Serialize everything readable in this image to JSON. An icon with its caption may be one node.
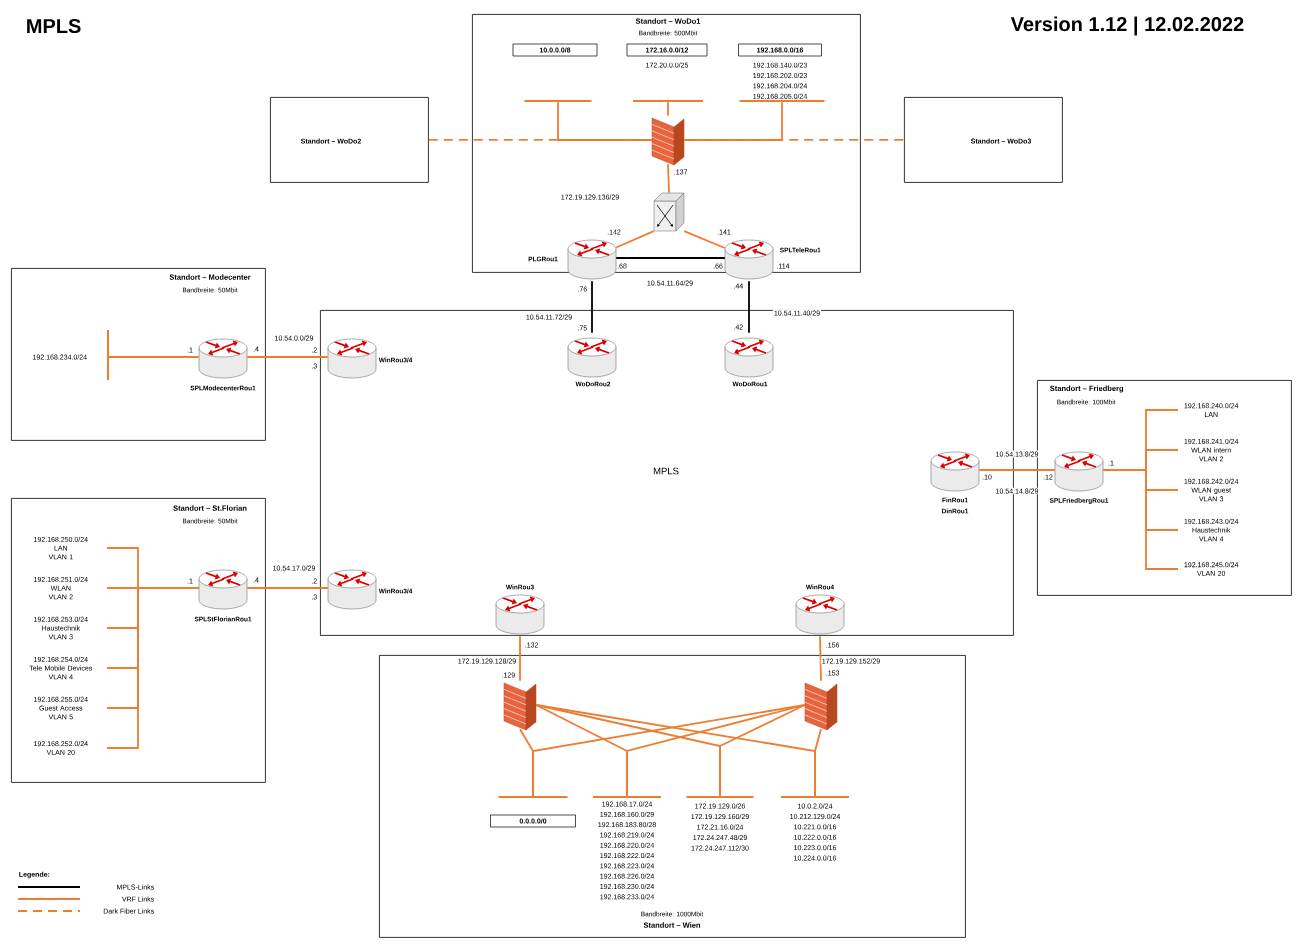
{
  "diagram": {
    "title": "MPLS",
    "nodes": [
      {
        "text": [
          "Standort – WoDo1",
          "Bandbreite: 500Mbit"
        ]
      },
      {
        "text": [
          "10.0.0.0/8"
        ],
        "in": 0
      },
      {
        "text": [
          "172.16.0.0/12"
        ],
        "beside": [
          "172.20.0.0/25"
        ],
        "in": 0
      },
      {
        "text": [
          "192.168.0.0/16"
        ],
        "beside": [
          "192.168.140.0/23",
          "192.168.202.0/23",
          "192.168.204.0/24",
          "192.168.205.0/24"
        ],
        "in": 0
      },
      {
        "text": [],
        "shape": "bar",
        "in": 0
      },
      {
        "text": [],
        "shape": "bar",
        "in": 0
      },
      {
        "text": [],
        "shape": "bar",
        "in": 0
      },
      {
        "text": [],
        "shape": "firewall",
        "in": 0
      },
      {
        "text": [],
        "shape": "switch",
        "in": 0
      },
      {
        "text": [
          "PLGRou1"
        ],
        "in": 0
      },
      {
        "text": [
          "SPLTeleRou1"
        ],
        "in": 0
      },
      {
        "text": [
          "Standort – WoDo2"
        ]
      },
      {
        "text": [
          "Standort – WoDo3"
        ]
      },
      {
        "text": [
          "Standort – Modecenter",
          "Bandbreite: 50Mbit"
        ]
      },
      {
        "text": [
          "192.168.234.0/24"
        ],
        "in": 13
      },
      {
        "text": [
          "SPLModecenterRou1"
        ],
        "in": 13
      },
      {
        "text": [
          "MPLS"
        ]
      },
      {
        "text": [
          "WoDoRou2"
        ],
        "in": 16
      },
      {
        "text": [
          "WoDoRou1"
        ],
        "in": 16
      },
      {
        "text": [
          "WinRou3/4"
        ],
        "in": 16
      },
      {
        "text": [
          "Standort – St.Florian",
          "Bandbreite: 50Mbit"
        ]
      },
      {
        "text": [
          "192.168.250.0/24",
          "LAN",
          "VLAN 1"
        ],
        "in": 20
      },
      {
        "text": [
          "192.168.251.0/24",
          "WLAN",
          "VLAN 2"
        ],
        "in": 20
      },
      {
        "text": [
          "192.168.253.0/24",
          "Haustechnik",
          "VLAN 3"
        ],
        "in": 20
      },
      {
        "text": [
          "192.168.254.0/24",
          "Tele Mobile Devices",
          "VLAN 4"
        ],
        "in": 20
      },
      {
        "text": [
          "192.168.255.0/24",
          "Guest Access",
          "VLAN 5"
        ],
        "in": 20
      },
      {
        "text": [
          "192.168.252.0/24",
          "VLAN 20"
        ],
        "in": 20
      },
      {
        "text": [
          "SPLStFlorianRou1"
        ],
        "in": 20
      },
      {
        "text": [
          "WinRou3/4"
        ],
        "in": 16
      },
      {
        "text": [
          "FinRou1",
          "DinRou1"
        ],
        "in": 16
      },
      {
        "text": [
          "Standort – Friedberg",
          "Bandbreite: 100Mbit"
        ]
      },
      {
        "text": [
          "SPLFriedbergRou1"
        ],
        "in": 30
      },
      {
        "text": [
          "192.168.240.0/24",
          "LAN"
        ],
        "in": 30
      },
      {
        "text": [
          "192.168.241.0/24",
          "WLAN intern",
          "VLAN 2"
        ],
        "in": 30
      },
      {
        "text": [
          "192.168.242.0/24",
          "WLAN guest",
          "VLAN 3"
        ],
        "in": 30
      },
      {
        "text": [
          "192.168.243.0/24",
          "Haustechnik",
          "VLAN 4"
        ],
        "in": 30
      },
      {
        "text": [
          "192.168.245.0/24",
          "VLAN 20"
        ],
        "in": 30
      },
      {
        "text": [
          "WinRou3"
        ],
        "in": 16
      },
      {
        "text": [
          "WinRou4"
        ],
        "in": 16
      },
      {
        "text": [
          "Bandbreite: 1000Mbit",
          "Standort – Wien"
        ]
      },
      {
        "text": [],
        "shape": "firewall",
        "in": 39
      },
      {
        "text": [],
        "shape": "firewall",
        "in": 39
      },
      {
        "text": [],
        "shape": "bar",
        "in": 39
      },
      {
        "text": [
          "0.0.0.0/0"
        ],
        "in": 39
      },
      {
        "text": [],
        "shape": "bar",
        "beside": [
          "192.168.17.0/24",
          "192.168.160.0/29",
          "192.168.183.80/28",
          "192.168.219.0/24",
          "192.168.220.0/24",
          "192.168.222.0/24",
          "192.168.223.0/24",
          "192.168.226.0/24",
          "192.168.230.0/24",
          "192.168.233.0/24"
        ],
        "in": 39
      },
      {
        "text": [],
        "shape": "bar",
        "beside": [
          "172.19.129.0/26",
          "172.19.129.160/29",
          "172.21.16.0/24",
          "172.24.247.48/29",
          "172.24.247.112/30"
        ],
        "in": 39
      },
      {
        "text": [],
        "shape": "bar",
        "beside": [
          "10.0.2.0/24",
          "10.212.129.0/24",
          "10.221.0.0/16",
          "10.222.0.0/16",
          "10.223.0.0/16",
          "10.224.0.0/16"
        ],
        "in": 39
      }
    ],
    "edges": [
      {
        "from": 7,
        "to": 4,
        "arrow": "none"
      },
      {
        "from": 7,
        "to": 5,
        "arrow": "none"
      },
      {
        "from": 7,
        "to": 6,
        "arrow": "none"
      },
      {
        "from": 11,
        "to": 7,
        "arrow": "none",
        "style": "dashed"
      },
      {
        "from": 7,
        "to": 12,
        "arrow": "none",
        "style": "dashed"
      },
      {
        "from": 7,
        "to": 8,
        "arrow": "none"
      },
      {
        "from": 8,
        "to": 9,
        "arrow": "none"
      },
      {
        "from": 8,
        "to": 10,
        "arrow": "none"
      },
      {
        "from": 9,
        "to": 10,
        "arrow": "none",
        "label": "10.54.11.64/29",
        "color": "#000000"
      },
      {
        "from": 9,
        "to": 17,
        "arrow": "none",
        "label": "10.54.11.72/29",
        "color": "#000000"
      },
      {
        "from": 10,
        "to": 18,
        "arrow": "none",
        "label": "10.54.11.40/29",
        "color": "#000000"
      },
      {
        "from": 14,
        "to": 15,
        "arrow": "none"
      },
      {
        "from": 15,
        "to": 19,
        "arrow": "none",
        "label": "10.54.0.0/29"
      },
      {
        "from": 21,
        "to": 27,
        "arrow": "none"
      },
      {
        "from": 22,
        "to": 27,
        "arrow": "none"
      },
      {
        "from": 23,
        "to": 27,
        "arrow": "none"
      },
      {
        "from": 24,
        "to": 27,
        "arrow": "none"
      },
      {
        "from": 25,
        "to": 27,
        "arrow": "none"
      },
      {
        "from": 26,
        "to": 27,
        "arrow": "none"
      },
      {
        "from": 27,
        "to": 28,
        "arrow": "none",
        "label": "10.54.17.0/29"
      },
      {
        "from": 29,
        "to": 31,
        "arrow": "none",
        "label": "10.54.13.8/29"
      },
      {
        "from": 31,
        "to": 32,
        "arrow": "none"
      },
      {
        "from": 31,
        "to": 33,
        "arrow": "none"
      },
      {
        "from": 31,
        "to": 34,
        "arrow": "none"
      },
      {
        "from": 31,
        "to": 35,
        "arrow": "none"
      },
      {
        "from": 31,
        "to": 36,
        "arrow": "none"
      },
      {
        "from": 37,
        "to": 40,
        "arrow": "none",
        "label": "172.19.129.128/29"
      },
      {
        "from": 38,
        "to": 41,
        "arrow": "none",
        "label": "172.19.129.152/29"
      },
      {
        "from": 40,
        "to": 42,
        "arrow": "none"
      },
      {
        "from": 40,
        "to": 44,
        "arrow": "none"
      },
      {
        "from": 40,
        "to": 45,
        "arrow": "none"
      },
      {
        "from": 40,
        "to": 46,
        "arrow": "none"
      },
      {
        "from": 41,
        "to": 42,
        "arrow": "none"
      },
      {
        "from": 41,
        "to": 44,
        "arrow": "none"
      },
      {
        "from": 41,
        "to": 45,
        "arrow": "none"
      },
      {
        "from": 41,
        "to": 46,
        "arrow": "none"
      }
    ],
    "labels": [
      "Version 1.12 | 12.02.2022",
      ".137",
      "172.19.129.136/29",
      ".142",
      ".141",
      ".68",
      ".66",
      ".114",
      ".76",
      ".44",
      ".75",
      ".42",
      ".1",
      ".4",
      ".2",
      ".3",
      ".1",
      ".4",
      ".2",
      ".3",
      ".10",
      ".12",
      "10.54.14.8/29",
      ".1",
      ".132",
      ".156",
      ".129",
      ".153",
      "Legende:"
    ],
    "legend": [
      {
        "text": "MPLS-Links"
      },
      {
        "text": "VRF Links"
      },
      {
        "text": "Dark Fiber Links"
      }
    ]
  }
}
